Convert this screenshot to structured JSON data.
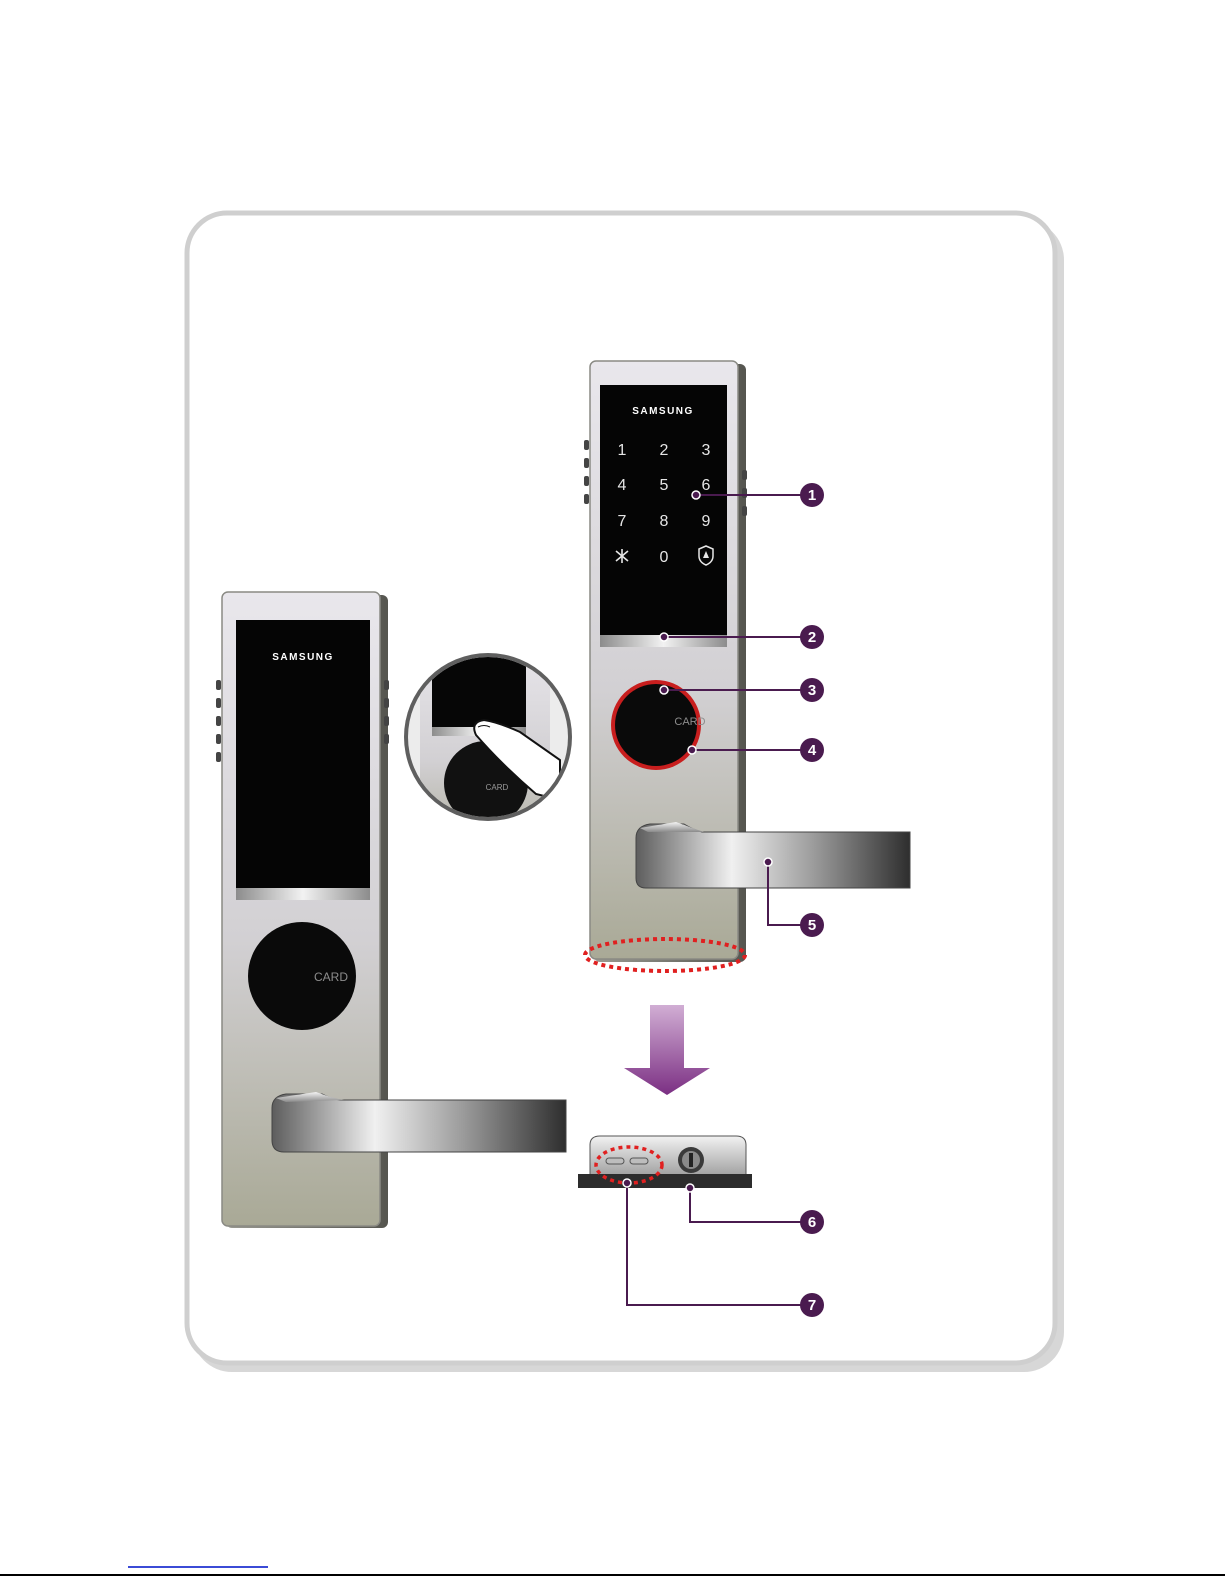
{
  "brand_label": "SAMSUNG",
  "card_label": "CARD",
  "keypad": {
    "keys": [
      "1",
      "2",
      "3",
      "4",
      "5",
      "6",
      "7",
      "8",
      "9",
      "*",
      "0"
    ],
    "icons": [
      "star-icon",
      "shield-icon"
    ]
  },
  "callouts": [
    "1",
    "2",
    "3",
    "4",
    "5",
    "6",
    "7"
  ],
  "colors": {
    "callout": "#4a1b4f",
    "arrow": "#8e3d94",
    "highlight": "#e02020",
    "panel_border": "#cfcfcf"
  }
}
